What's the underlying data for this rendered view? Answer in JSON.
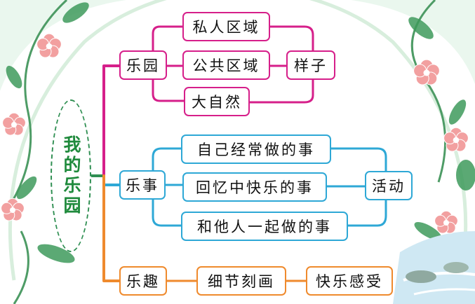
{
  "center": {
    "title": "我的乐园"
  },
  "colors": {
    "branch_pink": "#d61f8a",
    "branch_blue": "#2ea8d6",
    "branch_orange": "#ef8a2d",
    "center_green": "#1f8a3c",
    "petal": "#f2a0a0",
    "leaf": "#3e9a5c"
  },
  "branches": {
    "leyuan": {
      "label": "乐园",
      "items": [
        "私人区域",
        "公共区域",
        "大自然"
      ],
      "summary": "样子"
    },
    "leshi": {
      "label": "乐事",
      "items": [
        "自己经常做的事",
        "回忆中快乐的事",
        "和他人一起做的事"
      ],
      "summary": "活动"
    },
    "lequ": {
      "label": "乐趣",
      "steps": [
        "细节刻画",
        "快乐感受"
      ]
    }
  },
  "decorations": [
    "flower-icon",
    "leaf-icon",
    "vine-frame",
    "river-scene"
  ]
}
